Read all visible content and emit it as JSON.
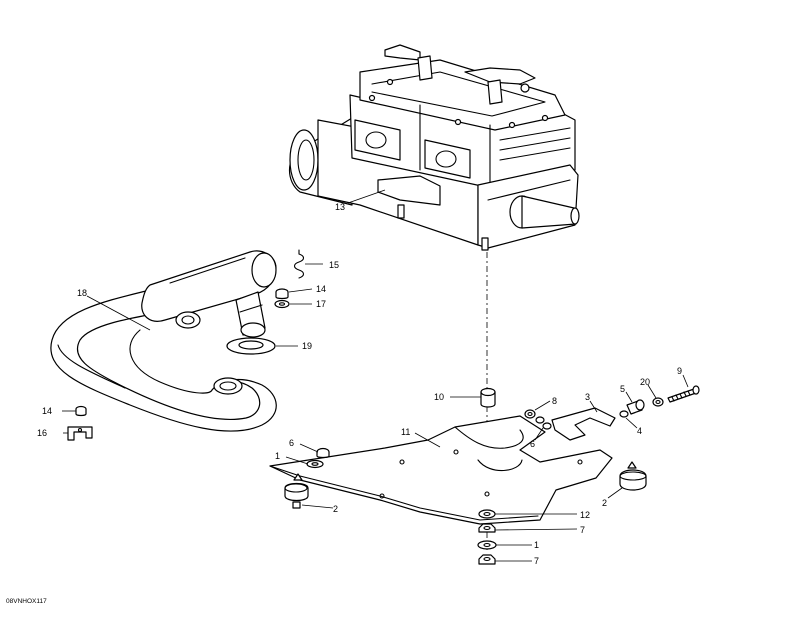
{
  "diagram": {
    "drawing_code": "08VNHOX117",
    "callouts": {
      "c1a": "1",
      "c1b": "1",
      "c2a": "2",
      "c2b": "2",
      "c3": "3",
      "c4": "4",
      "c5": "5",
      "c6a": "6",
      "c6b": "6",
      "c7a": "7",
      "c7b": "7",
      "c8": "8",
      "c9": "9",
      "c10": "10",
      "c11": "11",
      "c12": "12",
      "c13": "13",
      "c14a": "14",
      "c14b": "14",
      "c15": "15",
      "c16": "16",
      "c17": "17",
      "c18": "18",
      "c19": "19",
      "c20": "20"
    }
  }
}
